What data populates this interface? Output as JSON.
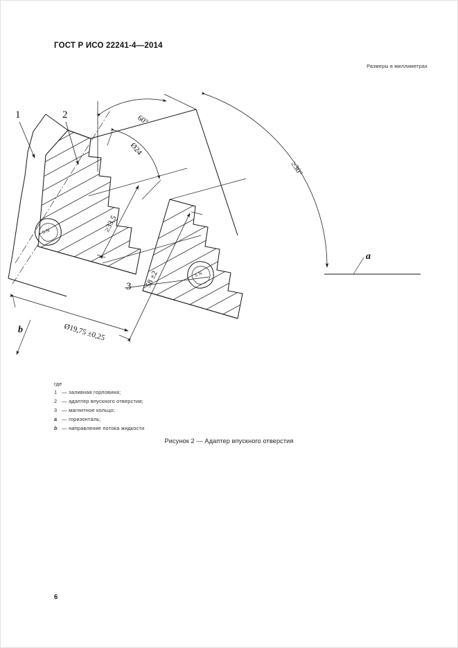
{
  "document": {
    "standard_header": "ГОСТ Р ИСО 22241-4—2014",
    "units_note": "Размеры в миллиметрах",
    "page_number": "6"
  },
  "figure": {
    "caption": "Рисунок 2 — Адаптер впускного отверстия",
    "dimensions": {
      "angle_60": "60°",
      "angle_min_30": "≥30°",
      "diameter_24": "Ø24",
      "length_min_33_5": "≥33,5",
      "length_58": "58 ±2",
      "diameter_19_75": "Ø19,75 ±0,25"
    },
    "callouts": {
      "item_1": "1",
      "item_2": "2",
      "item_3": "3",
      "axis_a": "a",
      "axis_b": "b"
    },
    "ring_marks": {
      "ring_top": "S N",
      "ring_bottom": "S N"
    }
  },
  "legend": {
    "where_label": "где",
    "items": [
      {
        "key": "1",
        "separator": " — ",
        "text": "заливная горловина;",
        "italic": false
      },
      {
        "key": "2",
        "separator": " — ",
        "text": "адаптер впускного отверстия;",
        "italic": false
      },
      {
        "key": "3",
        "separator": " — ",
        "text": "магнитное кольцо;",
        "italic": false
      },
      {
        "key": "a",
        "separator": " — ",
        "text": "горизонталь;",
        "italic": true
      },
      {
        "key": "b",
        "separator": " — ",
        "text": "направление потока жидкости",
        "italic": true
      }
    ]
  },
  "colors": {
    "page_background": "#ffffff",
    "ink": "#111111",
    "line": "#151515",
    "muted_text": "#2a2a2a"
  }
}
